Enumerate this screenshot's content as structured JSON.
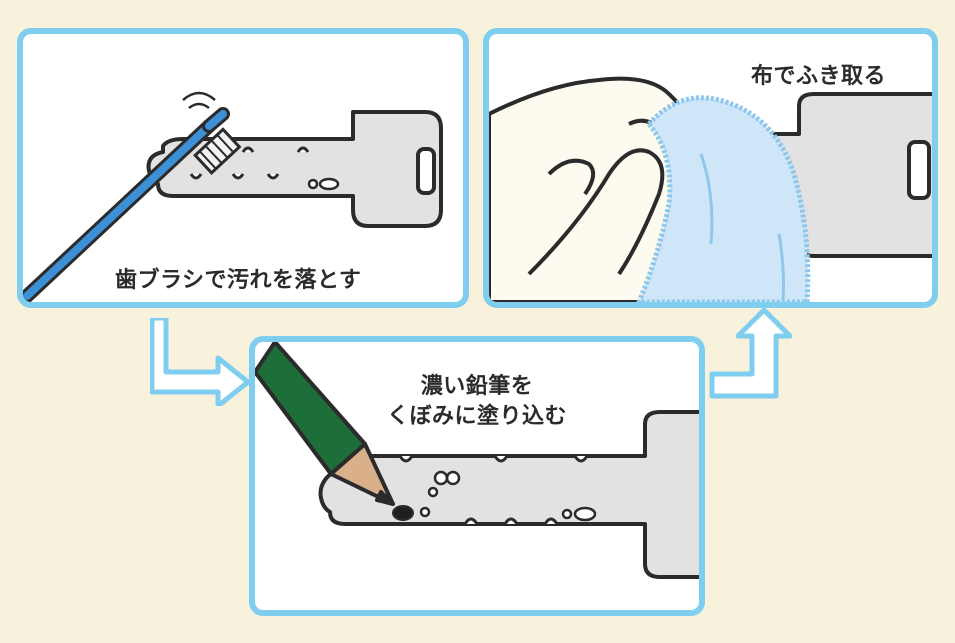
{
  "steps": [
    {
      "caption": "歯ブラシで汚れを落とす"
    },
    {
      "caption": "布でふき取る"
    },
    {
      "caption_lines": [
        "濃い鉛筆を",
        "くぼみに塗り込む"
      ]
    }
  ],
  "colors": {
    "background": "#f8f1dc",
    "panel_border": "#7fcdef",
    "key_fill": "#e2e2e2",
    "outline": "#2b2b2b",
    "toothbrush": "#3d8fd6",
    "pencil_body": "#1e6e3a",
    "pencil_wood": "#d9b08a",
    "cloth": "#cfe6f8",
    "hand": "#fdfaf0"
  },
  "icons": [
    "toothbrush-icon",
    "pencil-icon",
    "cloth-icon",
    "hand-icon",
    "key-icon",
    "arrow-icon"
  ]
}
